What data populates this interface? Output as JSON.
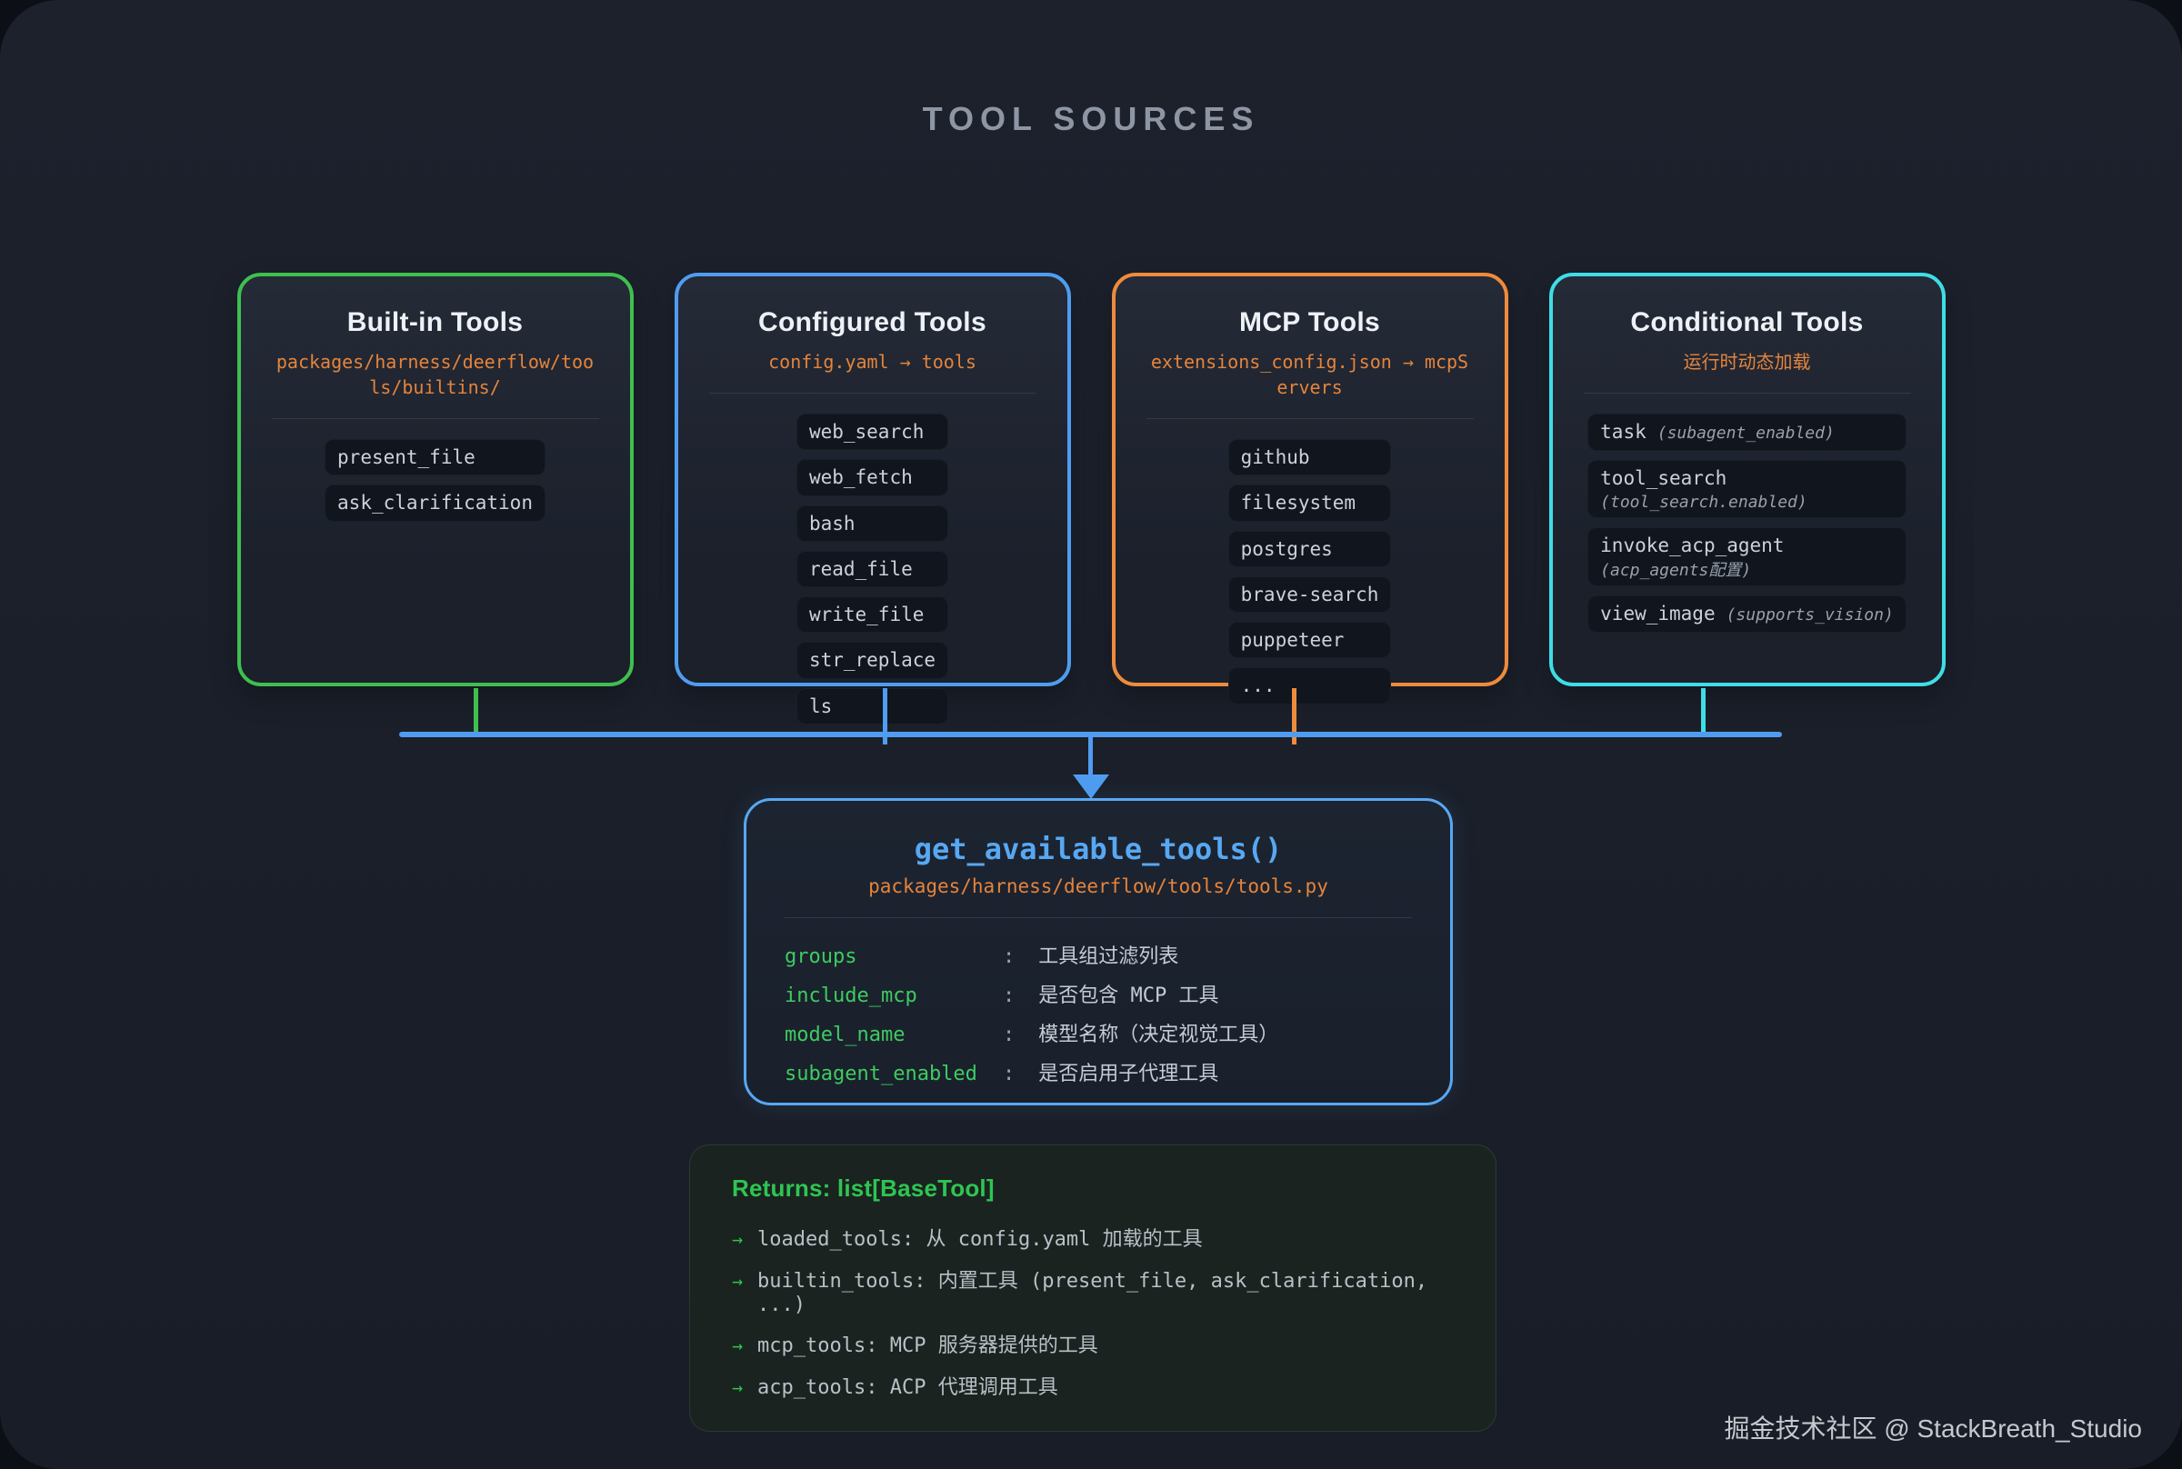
{
  "page": {
    "title": "TOOL SOURCES",
    "footer": "掘金技术社区 @ StackBreath_Studio"
  },
  "colors": {
    "connector": "#4f9cf0",
    "builtin_accent": "#3fbf4f",
    "configured_accent": "#4f9cf0",
    "mcp_accent": "#ee8b3c",
    "conditional_accent": "#3fdde6"
  },
  "cards": [
    {
      "id": "builtin",
      "title": "Built-in Tools",
      "subtitle": "packages/harness/deerflow/tools/builtins/",
      "accent": "#3fbf4f",
      "chips": [
        {
          "label": "present_file"
        },
        {
          "label": "ask_clarification"
        }
      ]
    },
    {
      "id": "configured",
      "title": "Configured Tools",
      "subtitle": "config.yaml → tools",
      "accent": "#4f9cf0",
      "chips": [
        {
          "label": "web_search"
        },
        {
          "label": "web_fetch"
        },
        {
          "label": "bash"
        },
        {
          "label": "read_file"
        },
        {
          "label": "write_file"
        },
        {
          "label": "str_replace"
        },
        {
          "label": "ls"
        }
      ]
    },
    {
      "id": "mcp",
      "title": "MCP Tools",
      "subtitle": "extensions_config.json → mcpServers",
      "accent": "#ee8b3c",
      "chips": [
        {
          "label": "github"
        },
        {
          "label": "filesystem"
        },
        {
          "label": "postgres"
        },
        {
          "label": "brave-search"
        },
        {
          "label": "puppeteer"
        },
        {
          "label": "..."
        }
      ]
    },
    {
      "id": "conditional",
      "title": "Conditional Tools",
      "subtitle": "运行时动态加载",
      "accent": "#3fdde6",
      "chips": [
        {
          "label": "task",
          "note": "(subagent_enabled)"
        },
        {
          "label": "tool_search",
          "sub": "(tool_search.enabled)"
        },
        {
          "label": "invoke_acp_agent",
          "sub": "(acp_agents配置)"
        },
        {
          "label": "view_image",
          "note": "(supports_vision)"
        }
      ]
    }
  ],
  "function_box": {
    "title": "get_available_tools()",
    "subtitle": "packages/harness/deerflow/tools/tools.py",
    "colon": ":",
    "params": [
      {
        "name": "groups",
        "desc": "工具组过滤列表"
      },
      {
        "name": "include_mcp",
        "desc": "是否包含 MCP 工具"
      },
      {
        "name": "model_name",
        "desc": "模型名称（决定视觉工具）"
      },
      {
        "name": "subagent_enabled",
        "desc": "是否启用子代理工具"
      }
    ]
  },
  "returns_box": {
    "title": "Returns: list[BaseTool]",
    "arrow": "→",
    "items": [
      "loaded_tools: 从 config.yaml 加载的工具",
      "builtin_tools: 内置工具 (present_file, ask_clarification, ...)",
      "mcp_tools: MCP 服务器提供的工具",
      "acp_tools: ACP 代理调用工具"
    ]
  }
}
